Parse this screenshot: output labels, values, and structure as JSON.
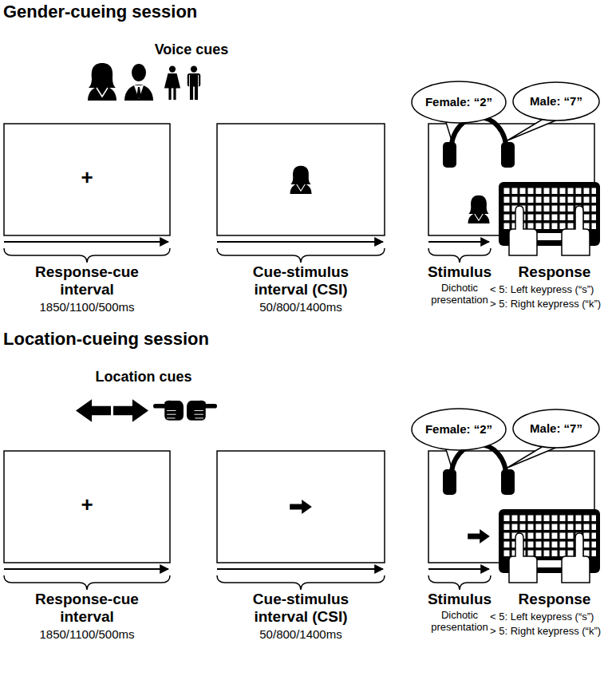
{
  "diagram": {
    "nodes": [
      {
        "text": [
          "Female: “2”"
        ]
      },
      {
        "text": [
          "Male: “7”"
        ]
      },
      {
        "text": [
          "Female: “2”"
        ]
      },
      {
        "text": [
          "Male: “7”"
        ]
      }
    ],
    "labels": [
      "Gender-cueing session",
      "Voice cues",
      "+",
      "Response-cue interval",
      "1850/1100/500ms",
      "Cue-stimulus interval (CSI)",
      "50/800/1400ms",
      "Stimulus",
      "Dichotic presentation",
      "Response",
      "< 5: Left keypress (“s”)",
      "> 5: Right keypress (“k”)",
      "Location-cueing session",
      "Location cues",
      "+",
      "Response-cue interval",
      "1850/1100/500ms",
      "Cue-stimulus interval (CSI)",
      "50/800/1400ms",
      "Stimulus",
      "Dichotic presentation",
      "Response",
      "< 5: Left keypress (“s”)",
      "> 5: Right keypress (“k”)"
    ]
  }
}
